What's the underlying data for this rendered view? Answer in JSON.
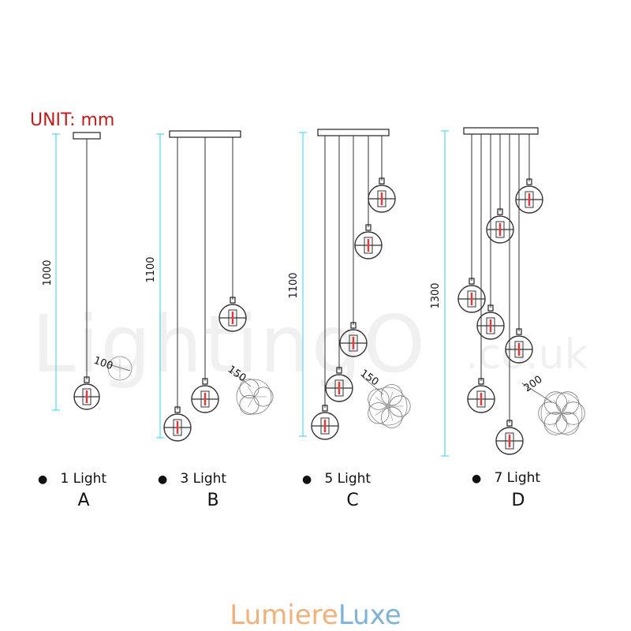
{
  "unit_label": "UNIT: mm",
  "watermark": {
    "main": "LightingO",
    "suffix": ".co.uk"
  },
  "brand": {
    "part1": "Lumiere",
    "part2": "Luxe"
  },
  "colors": {
    "dimension": "#2bd4ea",
    "unit": "#c21a1a",
    "bulb": "#e23a3a",
    "line": "#333333"
  },
  "options": [
    {
      "bullet": "●",
      "label": "1 Light",
      "letter": "A",
      "height": "1000",
      "diameter": "100"
    },
    {
      "bullet": "●",
      "label": "3 Light",
      "letter": "B",
      "height": "1100",
      "diameter": "150"
    },
    {
      "bullet": "●",
      "label": "5 Light",
      "letter": "C",
      "height": "1100",
      "diameter": "150"
    },
    {
      "bullet": "●",
      "label": "7 Light",
      "letter": "D",
      "height": "1300",
      "diameter": "200"
    }
  ]
}
